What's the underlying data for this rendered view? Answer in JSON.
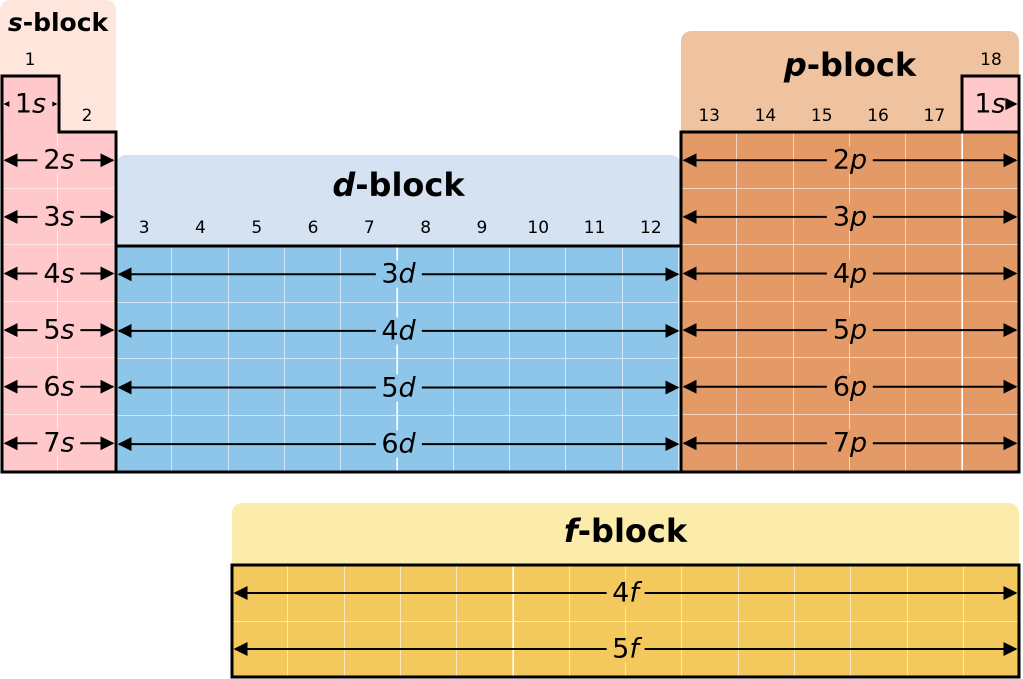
{
  "blocks": {
    "s": {
      "letter": "s",
      "suffix": "-block",
      "color": "#ffe6dc",
      "fill": "#ffc8cb",
      "groups": [
        "1",
        "2"
      ],
      "rows": [
        "1",
        "2",
        "3",
        "4",
        "5",
        "6",
        "7"
      ],
      "helium": {
        "group": "18",
        "shell": "1",
        "letter": "s"
      }
    },
    "d": {
      "letter": "d",
      "suffix": "-block",
      "color": "#d4e2f2",
      "fill": "#8ec6ea",
      "groups": [
        "3",
        "4",
        "5",
        "6",
        "7",
        "8",
        "9",
        "10",
        "11",
        "12"
      ],
      "rows": [
        "3",
        "4",
        "5",
        "6"
      ]
    },
    "p": {
      "letter": "p",
      "suffix": "-block",
      "color": "#efc39f",
      "fill": "#e39a66",
      "groups": [
        "13",
        "14",
        "15",
        "16",
        "17"
      ],
      "rows": [
        "2",
        "3",
        "4",
        "5",
        "6",
        "7"
      ]
    },
    "f": {
      "letter": "f",
      "suffix": "-block",
      "color": "#fcecab",
      "fill": "#f3c95d",
      "rows": [
        "4",
        "5"
      ]
    }
  }
}
